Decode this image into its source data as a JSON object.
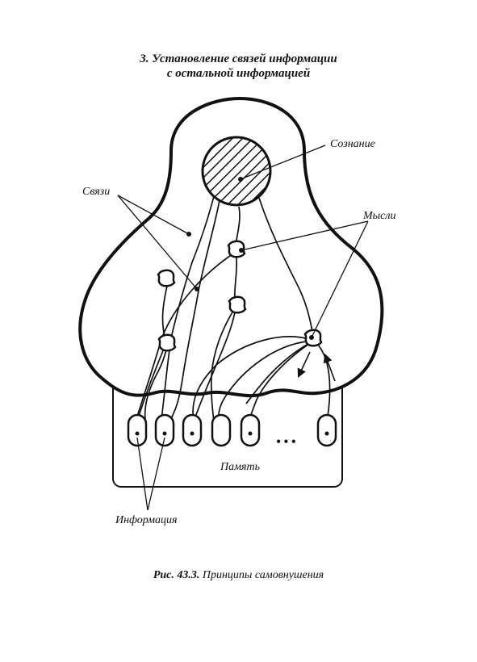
{
  "title": {
    "line1": "3. Установление связей информации",
    "line2": "с остальной информацией"
  },
  "labels": {
    "consciousness": "Сознание",
    "links": "Связи",
    "thoughts": "Мысли",
    "memory": "Память",
    "information": "Информация",
    "ellipsis": "•••"
  },
  "caption": {
    "number": "Рис. 43.3.",
    "text": "Принципы самовнушения"
  },
  "colors": {
    "ink": "#111111",
    "background": "#ffffff"
  }
}
